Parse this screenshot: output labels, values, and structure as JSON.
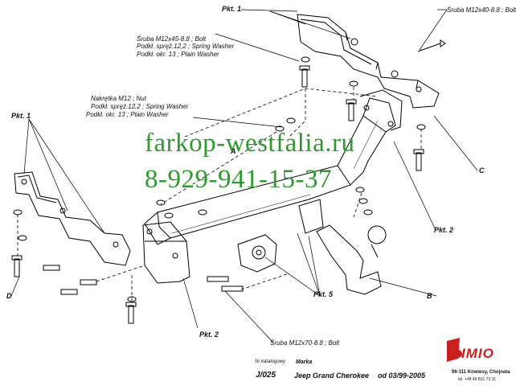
{
  "labels": {
    "pkt1_top": "Pkt. 1",
    "pkt1_left": "Pkt. 1",
    "pkt2_right": "Pkt. 2",
    "pkt2_bottom": "Pkt. 2",
    "pkt5": "Pkt. 5",
    "letter_a": "A",
    "letter_b": "B",
    "letter_c": "C",
    "letter_d": "D"
  },
  "notes": {
    "bolt_top": "Śruba M12x40-8.8  ;  Bolt",
    "bolt_mid": [
      "Śruba M12x45-8.8  ;  Bolt",
      "Podkł. spręż.12,2 ; Spring Washer",
      "Podkł. okr. 13 ; Plain Washer"
    ],
    "nut": [
      "Nakrętka  M12 ; Nut",
      "Podkł. spręż.12,2 ; Spring Washer",
      "Podkł. okr. 13 ; Plain Washer"
    ],
    "bolt_bottom": "Śruba M12x70-8.8   ;  Bolt"
  },
  "watermark": {
    "site": "farkop-westfalia.ru",
    "phone": "8-929-941-15-37",
    "color": "#2e9a2e"
  },
  "footer": {
    "catalog_label": "Nr katalogowy",
    "catalog_no": "J/025",
    "brand_label": "Marka",
    "vehicle": "Jeep Grand Cherokee",
    "date": "od 03/99-2005"
  },
  "logo": {
    "name": "IMIO",
    "address": "96-111 Kowiesy, Chojnata",
    "phone": "tel. +48 46 831 73 31",
    "color": "#c8201e"
  }
}
